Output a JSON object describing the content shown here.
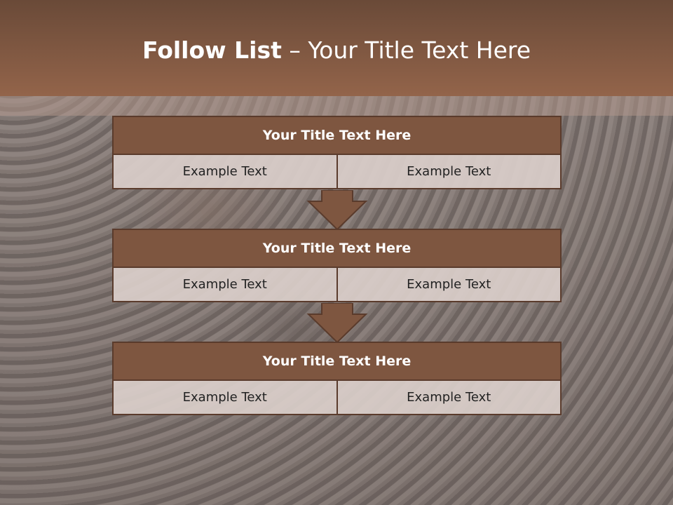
{
  "slide": {
    "title_bold": "Follow List",
    "title_rest": " – Your Title Text Here"
  },
  "blocks": [
    {
      "title": "Your Title Text Here",
      "cells": [
        "Example Text",
        "Example Text"
      ]
    },
    {
      "title": "Your Title Text Here",
      "cells": [
        "Example Text",
        "Example Text"
      ]
    },
    {
      "title": "Your Title Text Here",
      "cells": [
        "Example Text",
        "Example Text"
      ]
    }
  ],
  "icons": {
    "connector": "down-arrow-icon"
  },
  "colors": {
    "header_band": "#7a5440",
    "block_header": "#7e5640",
    "border": "#5a3b2c",
    "cell_fill": "#dacecA"
  }
}
